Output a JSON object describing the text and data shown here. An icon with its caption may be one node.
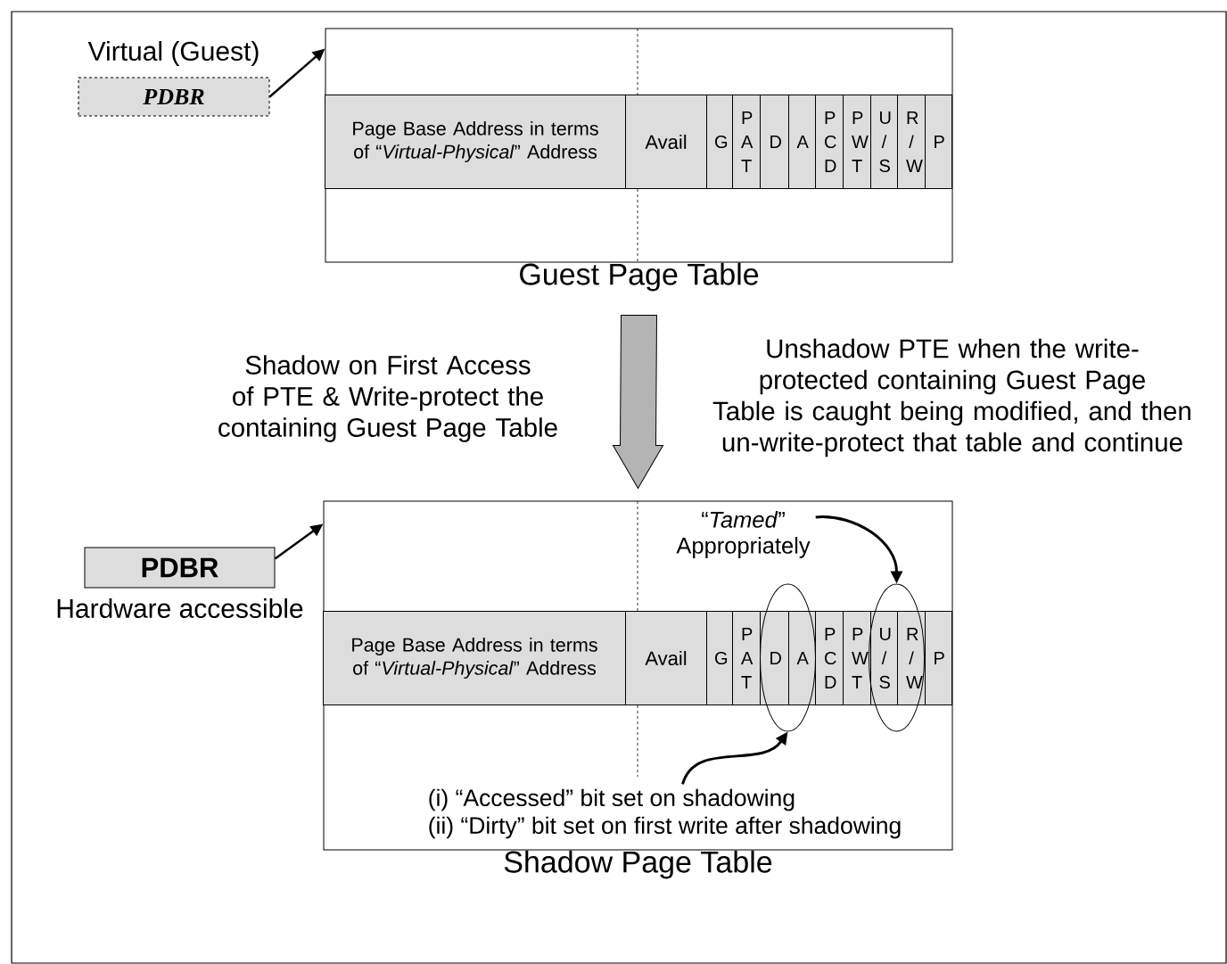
{
  "diagram": {
    "nodes": [
      {
        "text": [
          "PDBR"
        ],
        "beside": [
          "Virtual (Guest)"
        ]
      },
      {
        "text": [
          "Guest Page Table"
        ]
      },
      {
        "text": [
          "Page Base Address in terms of “*Virtual-Physical*” Address"
        ],
        "in": 1
      },
      {
        "text": [
          "Avail"
        ],
        "in": 1
      },
      {
        "text": [
          "G"
        ],
        "in": 1
      },
      {
        "text": [
          "P A T"
        ],
        "in": 1
      },
      {
        "text": [
          "D"
        ],
        "in": 1
      },
      {
        "text": [
          "A"
        ],
        "in": 1
      },
      {
        "text": [
          "P C D"
        ],
        "in": 1
      },
      {
        "text": [
          "P W T"
        ],
        "in": 1
      },
      {
        "text": [
          "U / S"
        ],
        "in": 1
      },
      {
        "text": [
          "R / W"
        ],
        "in": 1
      },
      {
        "text": [
          "P"
        ],
        "in": 1
      },
      {
        "text": [
          "PDBR"
        ],
        "beside": [
          "Hardware accessible"
        ]
      },
      {
        "text": [
          "Shadow Page Table"
        ]
      },
      {
        "text": [
          "Page Base Address in terms of “*Virtual-Physical*” Address"
        ],
        "in": 14
      },
      {
        "text": [
          "Avail"
        ],
        "in": 14
      },
      {
        "text": [
          "G"
        ],
        "in": 14
      },
      {
        "text": [
          "P A T"
        ],
        "in": 14
      },
      {
        "text": [
          "D"
        ],
        "in": 26
      },
      {
        "text": [
          "A"
        ],
        "in": 26
      },
      {
        "text": [
          "P C D"
        ],
        "in": 14
      },
      {
        "text": [
          "P W T"
        ],
        "in": 14
      },
      {
        "text": [
          "U / S"
        ],
        "in": 27
      },
      {
        "text": [
          "R / W"
        ],
        "in": 27
      },
      {
        "text": [
          "P"
        ],
        "in": 14
      },
      {
        "text": [],
        "shape": "ellipse",
        "in": 14
      },
      {
        "text": [],
        "shape": "ellipse",
        "in": 14
      },
      {
        "text": [
          "“*Tamed*” Appropriately"
        ],
        "in": 14
      },
      {
        "text": [
          "(i)  “Accessed” bit set on shadowing",
          "(ii) “Dirty” bit set on first write after shadowing"
        ],
        "in": 14
      }
    ],
    "edges": [
      {
        "from": 0,
        "to": 1,
        "arrow": "to"
      },
      {
        "from": 13,
        "to": 14,
        "arrow": "to"
      },
      {
        "from": 1,
        "to": 14,
        "arrow": "to",
        "style": "thick",
        "color": "#b4b4b4"
      },
      {
        "from": 28,
        "to": 27,
        "arrow": "to"
      },
      {
        "from": 29,
        "to": 26,
        "arrow": "to"
      }
    ],
    "labels": [
      "Shadow on First Access of PTE & Write-protect the containing Guest Page Table",
      "Unshadow PTE when the write-protected containing Guest Page Table is caught being modified, and then un-write-protect that table and continue"
    ]
  }
}
